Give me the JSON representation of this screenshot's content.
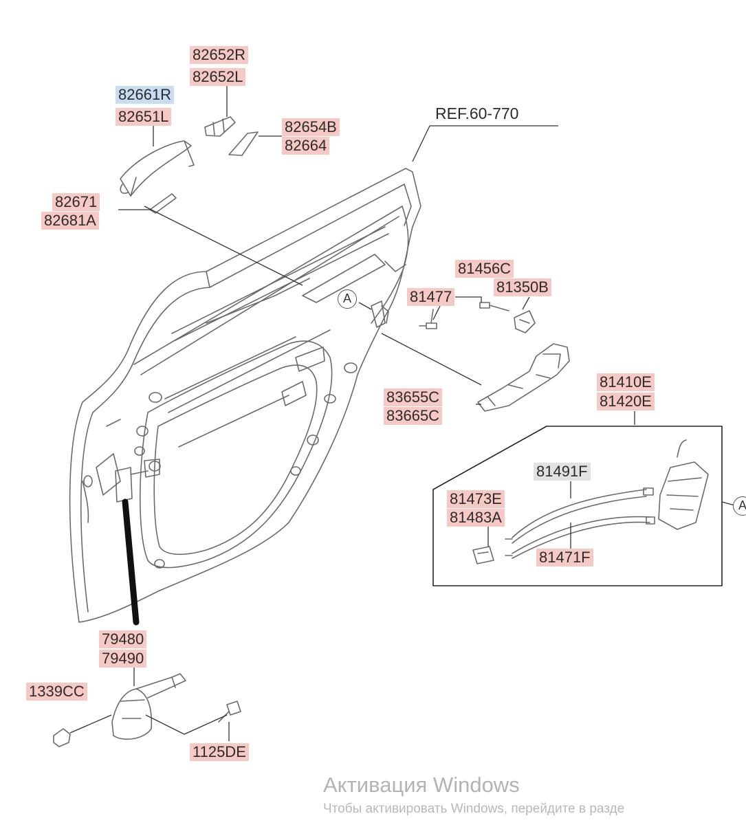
{
  "labels": {
    "p82652R": "82652R",
    "p82652L": "82652L",
    "p82661R": "82661R",
    "p82651L": "82651L",
    "p82654B": "82654B",
    "p82664": "82664",
    "p82671": "82671",
    "p82681A": "82681A",
    "ref": "REF.60-770",
    "p81456C": "81456C",
    "p81350B": "81350B",
    "p81477": "81477",
    "p83655C": "83655C",
    "p83665C": "83665C",
    "p81410E": "81410E",
    "p81420E": "81420E",
    "p81491F": "81491F",
    "p81473E": "81473E",
    "p81483A": "81483A",
    "p81471F": "81471F",
    "p79480": "79480",
    "p79490": "79490",
    "p1339CC": "1339CC",
    "p1125DE": "1125DE"
  },
  "callouts": {
    "a1": "A",
    "a2": "A"
  },
  "watermark": {
    "title": "Активация Windows",
    "subtitle": "Чтобы активировать Windows, перейдите в разде"
  },
  "colors": {
    "label_pink": "#f7c9c5",
    "label_blue": "#c9ddf2",
    "label_gray": "#e2e2e2",
    "line": "#555555"
  }
}
